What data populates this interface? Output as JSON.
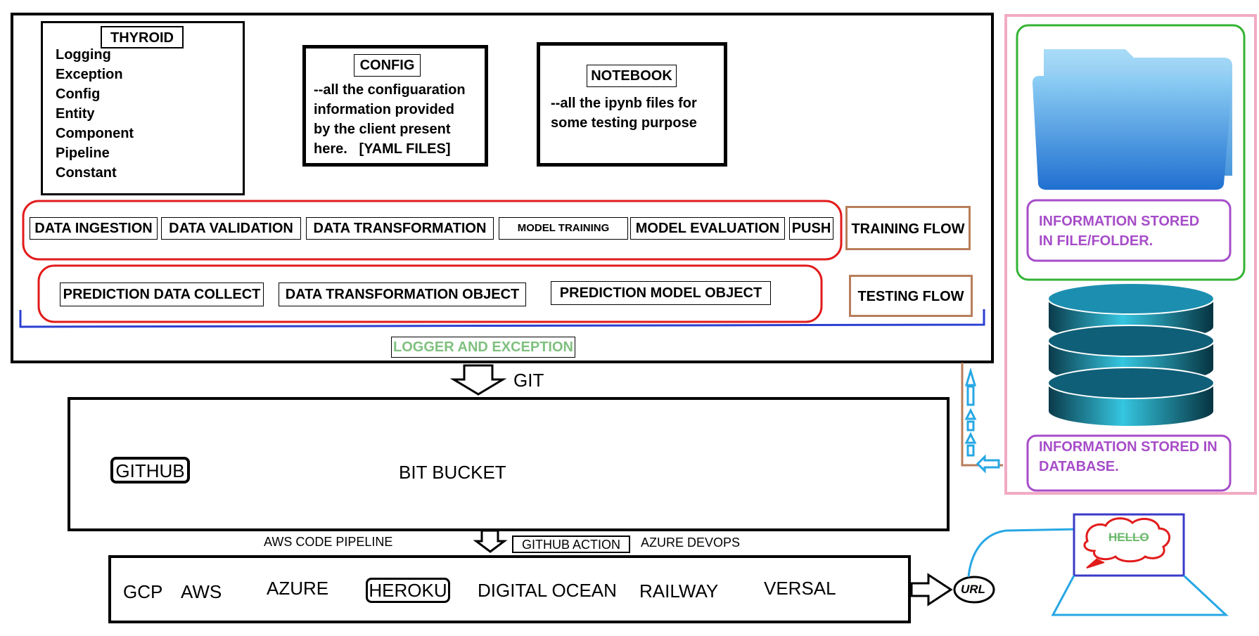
{
  "project": {
    "title": "THYROID",
    "items": [
      "Logging",
      "Exception",
      "Config",
      "Entity",
      "Component",
      "Pipeline",
      "Constant"
    ]
  },
  "config_box": {
    "title": "CONFIG",
    "lines": [
      "--all the configuaration",
      "information provided",
      "by the client present",
      "here.   [YAML FILES]"
    ]
  },
  "notebook_box": {
    "title": "NOTEBOOK",
    "lines": [
      "--all the ipynb files for",
      "some testing purpose"
    ]
  },
  "training": {
    "steps": [
      "DATA INGESTION",
      "DATA VALIDATION",
      "DATA TRANSFORMATION",
      "MODEL TRAINING",
      "MODEL EVALUATION",
      "PUSH"
    ],
    "label": "TRAINING FLOW"
  },
  "testing": {
    "steps": [
      "PREDICTION DATA COLLECT",
      "DATA TRANSFORMATION OBJECT",
      "PREDICTION MODEL OBJECT"
    ],
    "label": "TESTING FLOW"
  },
  "logger_label": "LOGGER AND EXCEPTION",
  "git_label": "GIT",
  "repo": {
    "github": "GITHUB",
    "bitbucket": "BIT BUCKET"
  },
  "ci_cd": {
    "aws": "AWS CODE PIPELINE",
    "github_action": "GITHUB ACTION",
    "azure": "AZURE DEVOPS"
  },
  "cloud": [
    "GCP",
    "AWS",
    "AZURE",
    "HEROKU",
    "DIGITAL OCEAN",
    "RAILWAY",
    "VERSAL"
  ],
  "url_label": "URL",
  "hello_label": "HELLO",
  "storage": {
    "file_info": [
      "INFORMATION STORED",
      "IN FILE/FOLDER."
    ],
    "db_info": [
      "INFORMATION STORED IN",
      "DATABASE."
    ]
  },
  "colors": {
    "red": "#e21b1b",
    "brown": "#b87e5a",
    "blue_bracket": "#2b3fd0",
    "green": "#33b333",
    "pink": "#f2aac4",
    "purple": "#a64dc8",
    "logger_green": "#7fc07f",
    "cyan": "#27a7e4"
  }
}
